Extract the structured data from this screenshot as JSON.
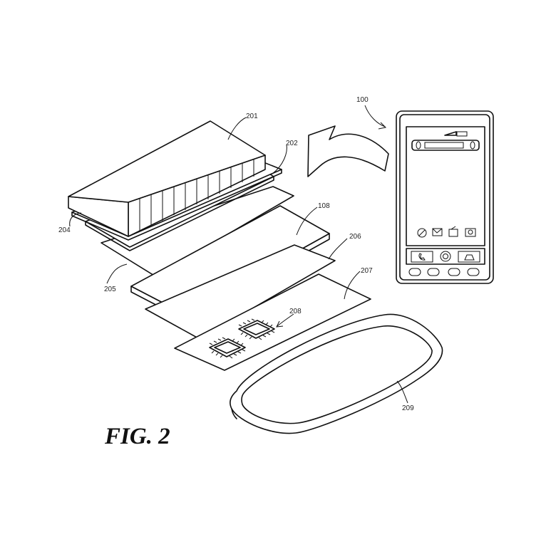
{
  "figure": {
    "title": "FIG. 2",
    "labels": {
      "device": "100",
      "top_layer": "201",
      "second_layer": "202",
      "side_layer": "204",
      "hatched_layer": "205",
      "display_panel": "108",
      "panel_206": "206",
      "board_207": "207",
      "chips": "208",
      "housing": "209"
    }
  }
}
